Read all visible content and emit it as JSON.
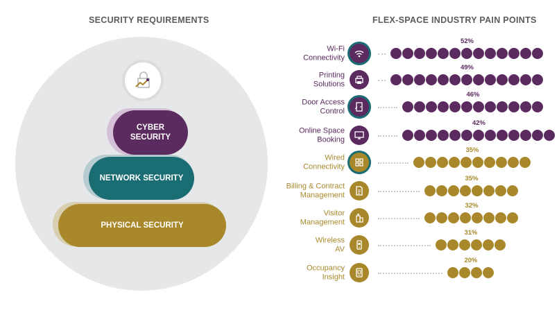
{
  "left_title": "SECURITY REQUIREMENTS",
  "right_title": "FLEX-SPACE INDUSTRY PAIN POINTS",
  "pyramid": {
    "cyber": "CYBER\nSECURITY",
    "network": "NETWORK SECURITY",
    "physical": "PHYSICAL SECURITY"
  },
  "colors": {
    "purple": "#5b2a5f",
    "teal": "#1a6d73",
    "gold": "#a9882b"
  },
  "pain_points": [
    {
      "label_lines": [
        "Wi-Fi",
        "Connectivity"
      ],
      "percent": "52%",
      "dots": 13,
      "color": "#5b2a5f",
      "icon": "wifi-icon",
      "ring": true
    },
    {
      "label_lines": [
        "Printing",
        "Solutions"
      ],
      "percent": "49%",
      "dots": 13,
      "color": "#5b2a5f",
      "icon": "printer-icon",
      "ring": false
    },
    {
      "label_lines": [
        "Door Access",
        "Control"
      ],
      "percent": "46%",
      "dots": 12,
      "color": "#5b2a5f",
      "icon": "door-icon",
      "ring": true
    },
    {
      "label_lines": [
        "Online Space",
        "Booking"
      ],
      "percent": "42%",
      "dots": 13,
      "color": "#5b2a5f",
      "icon": "monitor-icon",
      "ring": false
    },
    {
      "label_lines": [
        "Wired",
        "Connectivity"
      ],
      "percent": "35%",
      "dots": 10,
      "color": "#a9882b",
      "icon": "network-icon",
      "ring": true
    },
    {
      "label_lines": [
        "Billing & Contract",
        "Management"
      ],
      "percent": "35%",
      "dots": 8,
      "color": "#a9882b",
      "icon": "document-icon",
      "ring": false
    },
    {
      "label_lines": [
        "Visitor",
        "Management"
      ],
      "percent": "32%",
      "dots": 8,
      "color": "#a9882b",
      "icon": "building-icon",
      "ring": false
    },
    {
      "label_lines": [
        "Wireless",
        "AV"
      ],
      "percent": "31%",
      "dots": 6,
      "color": "#a9882b",
      "icon": "phone-icon",
      "ring": false
    },
    {
      "label_lines": [
        "Occupancy",
        "Insight"
      ],
      "percent": "20%",
      "dots": 4,
      "color": "#a9882b",
      "icon": "badge-icon",
      "ring": false
    }
  ]
}
